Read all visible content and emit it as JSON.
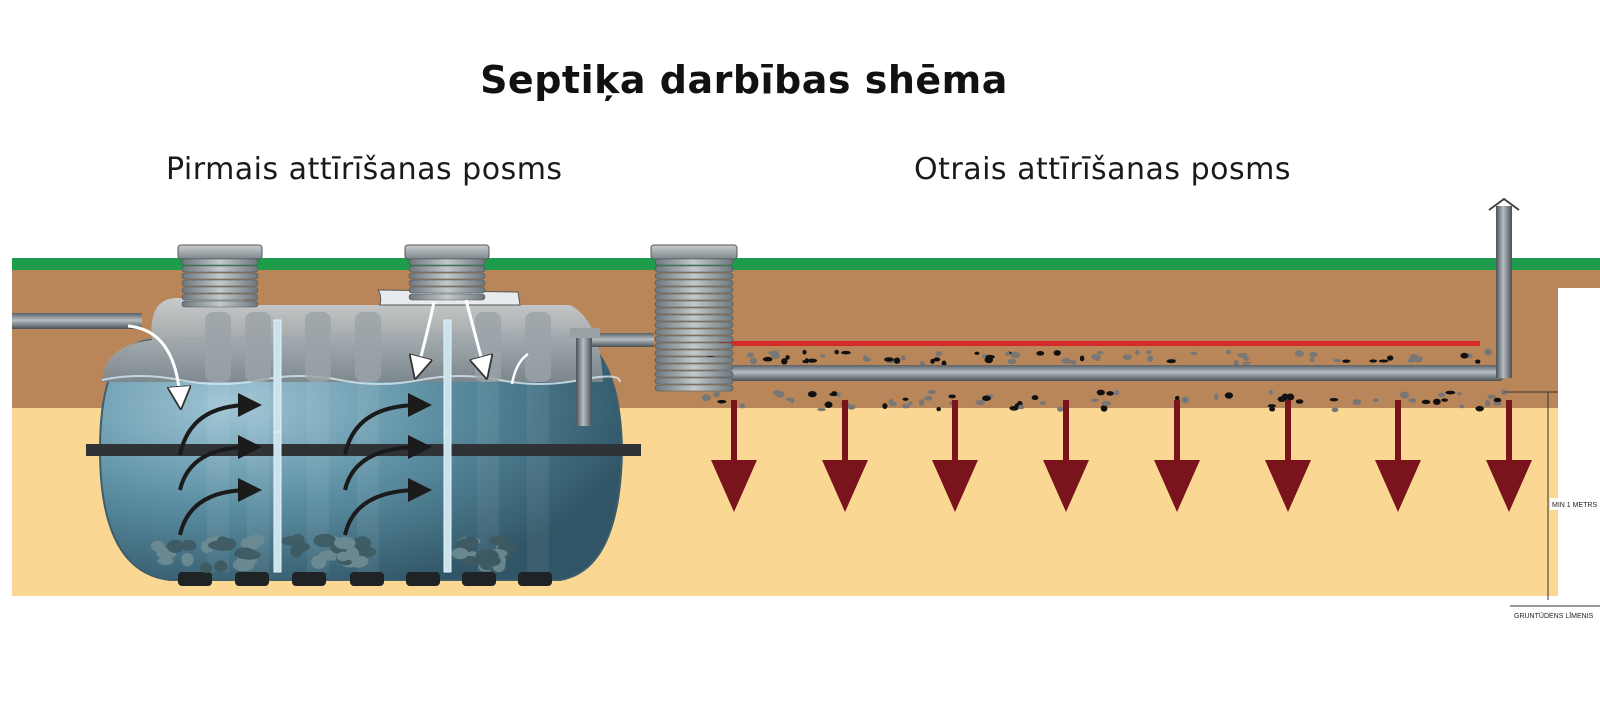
{
  "title": "Septiķa darbības shēma",
  "stages": {
    "first": "Pirmais attīrīšanas posms",
    "second": "Otrais attīrīšanas posms"
  },
  "annotations": {
    "min_depth": "MIN 1 METRS",
    "groundwater": "GRUNTŪDENS LĪMENIS"
  },
  "colors": {
    "grass": "#1e9c4b",
    "soil": "#b88659",
    "sand": "#fbd794",
    "water": "#5a8ea3",
    "tank": "#8a9499",
    "infiltration_arrow": "#7a141c",
    "distribution_line": "#d42a2a"
  }
}
